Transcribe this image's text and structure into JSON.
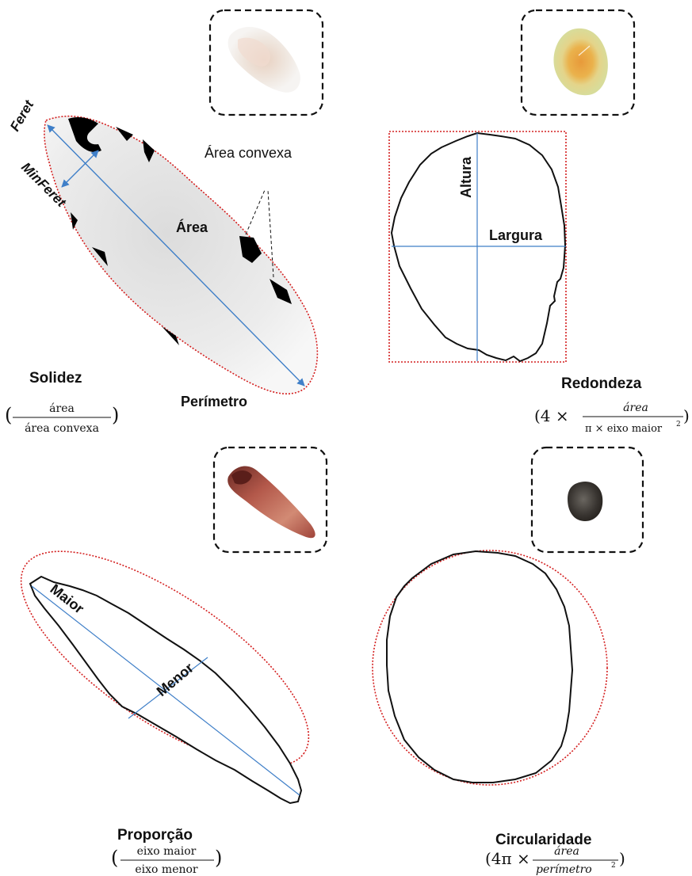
{
  "panels": {
    "solidez": {
      "title": "Solidez",
      "labels": {
        "feret": "Feret",
        "minferet": "MinFeret",
        "area": "Área",
        "area_convexa": "Área convexa",
        "perimetro": "Perímetro"
      },
      "formula": {
        "open": "(",
        "numerator": "área",
        "denominator": "área convexa",
        "close": ")"
      },
      "photo_icon": "white-seed-photo"
    },
    "redondeza": {
      "title": "Redondeza",
      "labels": {
        "altura": "Altura",
        "largura": "Largura"
      },
      "formula": {
        "prefix": "(4 ×",
        "numerator": "área",
        "denominator": "π × eixo maior",
        "exponent": "2",
        "close": ")"
      },
      "photo_icon": "yellow-seed-photo"
    },
    "proporcao": {
      "title": "Proporção",
      "labels": {
        "maior": "Maior",
        "menor": "Menor"
      },
      "formula": {
        "open": "(",
        "numerator": "eixo maior",
        "denominator": "eixo menor",
        "close": ")"
      },
      "photo_icon": "pink-seed-photo"
    },
    "circularidade": {
      "title": "Circularidade",
      "formula": {
        "prefix": "(4π ×",
        "numerator": "área",
        "denominator": "perímetro",
        "exponent": "2",
        "close": ")"
      },
      "photo_icon": "dark-seed-photo"
    }
  },
  "colors": {
    "outline": "#111111",
    "dotted_red": "#d42020",
    "axis_blue": "#3f7fc8",
    "black_fill": "#000000"
  }
}
